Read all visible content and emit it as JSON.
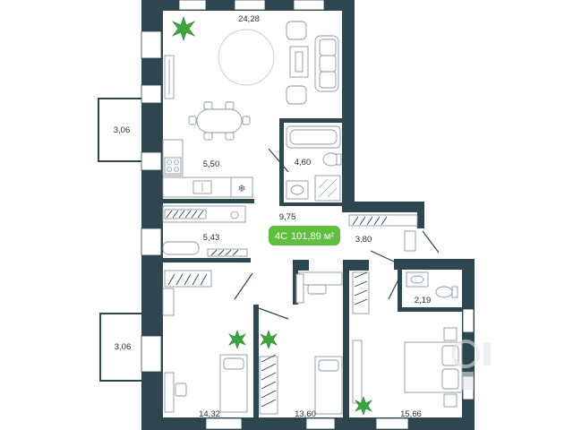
{
  "plan": {
    "rooms": [
      {
        "id": "living",
        "area": "24,28"
      },
      {
        "id": "kitchen",
        "area": "5,50"
      },
      {
        "id": "bath",
        "area": "4,60"
      },
      {
        "id": "balcony-top",
        "area": "3,06"
      },
      {
        "id": "hall",
        "area": "9,75"
      },
      {
        "id": "storage",
        "area": "5,43"
      },
      {
        "id": "corridor",
        "area": "3,80"
      },
      {
        "id": "wc",
        "area": "2,19"
      },
      {
        "id": "balcony-bottom",
        "area": "3,06"
      },
      {
        "id": "bedroom-1",
        "area": "14,32"
      },
      {
        "id": "bedroom-2",
        "area": "13,60"
      },
      {
        "id": "bedroom-3",
        "area": "15,66"
      }
    ],
    "badge": {
      "type": "4С",
      "total": "101,89 м²"
    },
    "colors": {
      "wall": "#2e4650",
      "badge": "#5fbf3e",
      "plant": "#3aa53a"
    }
  }
}
